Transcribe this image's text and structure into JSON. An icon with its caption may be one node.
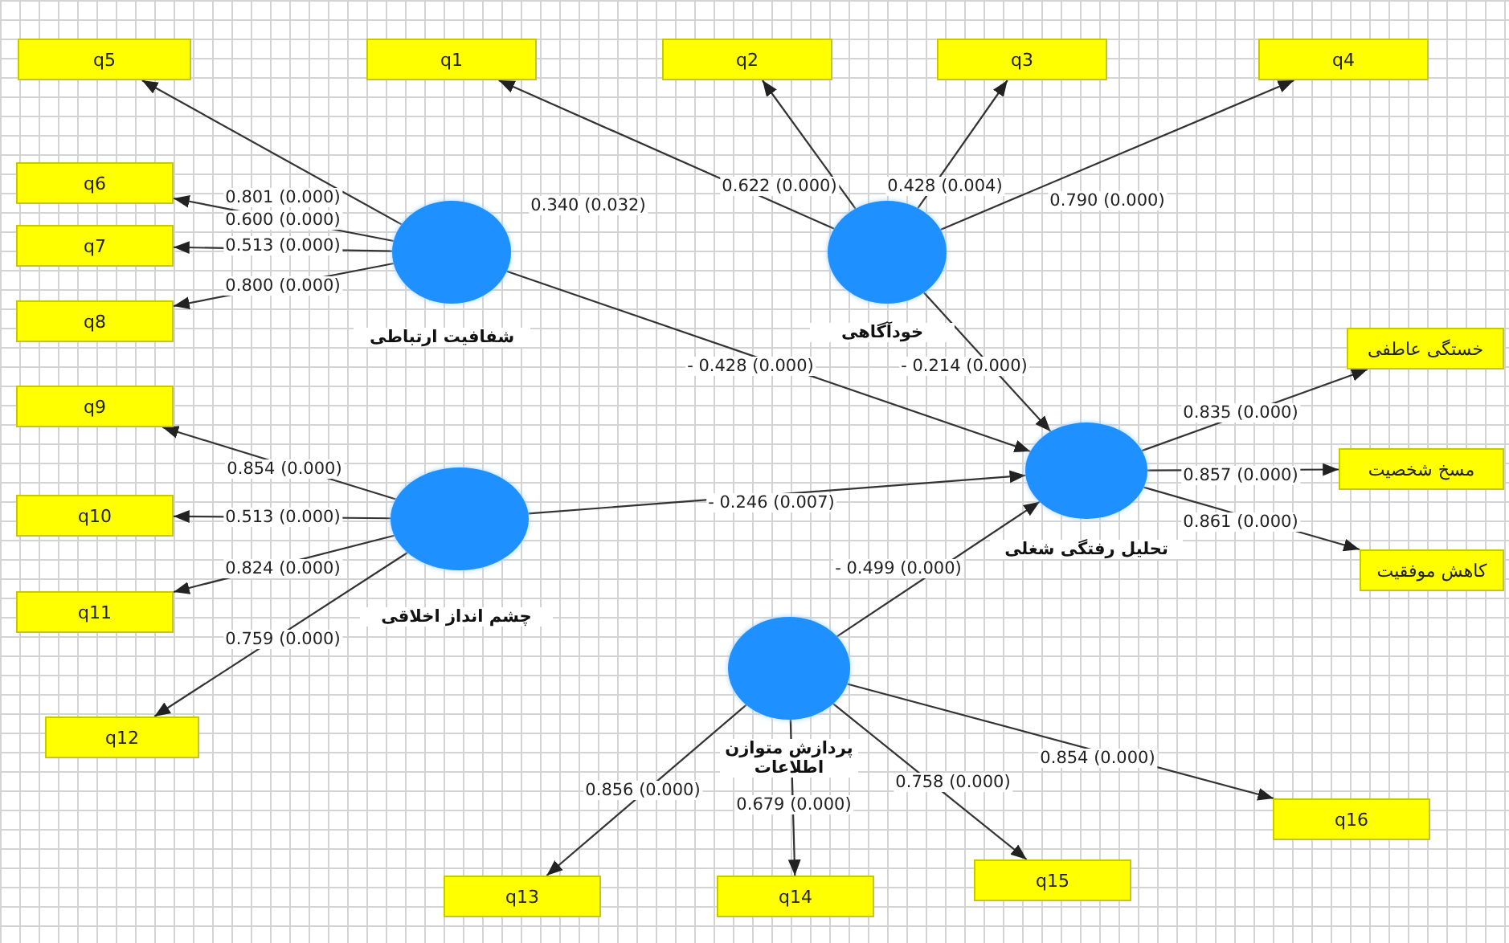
{
  "diagram": {
    "nodes": [
      {
        "text": [
          "q5"
        ]
      },
      {
        "text": [
          "q1"
        ]
      },
      {
        "text": [
          "q2"
        ]
      },
      {
        "text": [
          "q3"
        ]
      },
      {
        "text": [
          "q4"
        ]
      },
      {
        "text": [
          "q6"
        ]
      },
      {
        "text": [
          "q7"
        ]
      },
      {
        "text": [
          "شفافیت ارتباطی"
        ]
      },
      {
        "text": [
          "خودآگاهی"
        ]
      },
      {
        "text": [
          "q8"
        ]
      },
      {
        "text": [
          "خستگی عاطفی"
        ]
      },
      {
        "text": [
          "q9"
        ]
      },
      {
        "text": [
          "چشم انداز اخلاقی"
        ]
      },
      {
        "text": [
          "تحلیل رفتگی شغلی"
        ]
      },
      {
        "text": [
          "مسخ شخصیت"
        ]
      },
      {
        "text": [
          "q10"
        ]
      },
      {
        "text": [
          "کاهش موفقیت"
        ]
      },
      {
        "text": [
          "q11"
        ]
      },
      {
        "text": [
          "پردازش متوازن اطلاعات"
        ]
      },
      {
        "text": [
          "q12"
        ]
      },
      {
        "text": [
          "q16"
        ]
      },
      {
        "text": [
          "q13"
        ]
      },
      {
        "text": [
          "q14"
        ]
      },
      {
        "text": [
          "q15"
        ]
      }
    ],
    "edges": [
      {
        "from": 7,
        "to": 0,
        "arrow": "to",
        "label": "0.801 (0.000)"
      },
      {
        "from": 7,
        "to": 5,
        "arrow": "to",
        "label": "0.600 (0.000)"
      },
      {
        "from": 7,
        "to": 6,
        "arrow": "to",
        "label": "0.513 (0.000)"
      },
      {
        "from": 7,
        "to": 9,
        "arrow": "to",
        "label": "0.800 (0.000)"
      },
      {
        "from": 8,
        "to": 1,
        "arrow": "to",
        "label": "0.340 (0.032)"
      },
      {
        "from": 8,
        "to": 2,
        "arrow": "to",
        "label": "0.622 (0.000)"
      },
      {
        "from": 8,
        "to": 3,
        "arrow": "to",
        "label": "0.428 (0.004)"
      },
      {
        "from": 8,
        "to": 4,
        "arrow": "to",
        "label": "0.790 (0.000)"
      },
      {
        "from": 7,
        "to": 13,
        "arrow": "to",
        "label": "- 0.428 (0.000)"
      },
      {
        "from": 8,
        "to": 13,
        "arrow": "to",
        "label": "- 0.214 (0.000)"
      },
      {
        "from": 13,
        "to": 10,
        "arrow": "to",
        "label": "0.835 (0.000)"
      },
      {
        "from": 13,
        "to": 14,
        "arrow": "to",
        "label": "0.857 (0.000)"
      },
      {
        "from": 13,
        "to": 16,
        "arrow": "to",
        "label": "0.861 (0.000)"
      },
      {
        "from": 12,
        "to": 11,
        "arrow": "to",
        "label": "0.854 (0.000)"
      },
      {
        "from": 12,
        "to": 15,
        "arrow": "to",
        "label": "0.513 (0.000)"
      },
      {
        "from": 12,
        "to": 17,
        "arrow": "to",
        "label": "0.824 (0.000)"
      },
      {
        "from": 12,
        "to": 19,
        "arrow": "to",
        "label": "0.759 (0.000)"
      },
      {
        "from": 12,
        "to": 13,
        "arrow": "to",
        "label": "- 0.246 (0.007)"
      },
      {
        "from": 18,
        "to": 13,
        "arrow": "to",
        "label": "- 0.499 (0.000)"
      },
      {
        "from": 18,
        "to": 21,
        "arrow": "to",
        "label": "0.856 (0.000)"
      },
      {
        "from": 18,
        "to": 22,
        "arrow": "to",
        "label": "0.679 (0.000)"
      },
      {
        "from": 18,
        "to": 23,
        "arrow": "to",
        "label": "0.758 (0.000)"
      },
      {
        "from": 18,
        "to": 20,
        "arrow": "to",
        "label": "0.854 (0.000)"
      }
    ]
  }
}
